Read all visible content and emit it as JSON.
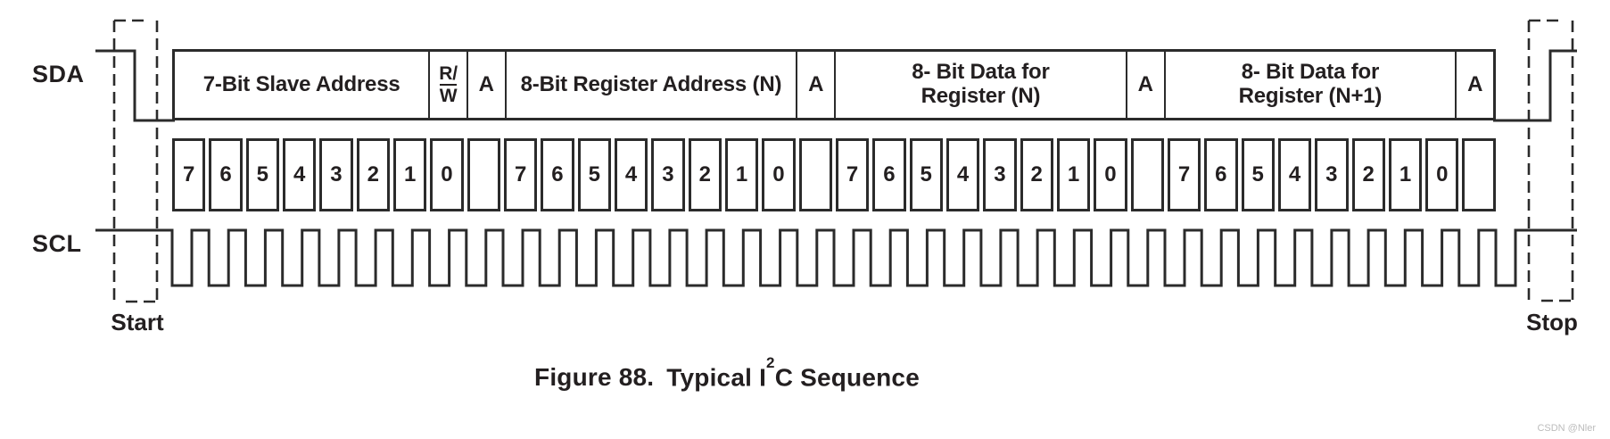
{
  "signals": {
    "sda": "SDA",
    "scl": "SCL"
  },
  "frame": {
    "slave_address": "7-Bit Slave Address",
    "rw": {
      "top": "R/",
      "bottom": "W"
    },
    "ack": "A",
    "register_address": "8-Bit Register Address (N)",
    "data_n": "8- Bit Data for\nRegister (N)",
    "data_n1": "8- Bit Data for\nRegister (N+1)"
  },
  "bits": {
    "cells": [
      "7",
      "6",
      "5",
      "4",
      "3",
      "2",
      "1",
      "0",
      "",
      "7",
      "6",
      "5",
      "4",
      "3",
      "2",
      "1",
      "0",
      "",
      "7",
      "6",
      "5",
      "4",
      "3",
      "2",
      "1",
      "0",
      "",
      "7",
      "6",
      "5",
      "4",
      "3",
      "2",
      "1",
      "0",
      ""
    ]
  },
  "markers": {
    "start": "Start",
    "stop": "Stop"
  },
  "caption": {
    "figure": "Figure 88.",
    "title_pre": "Typical I",
    "title_sup": "2",
    "title_post": "C Sequence"
  },
  "watermark": "CSDN @Nler",
  "colors": {
    "line": "#2b2b2b",
    "text": "#231f20",
    "watermark": "#bcbcbc"
  }
}
